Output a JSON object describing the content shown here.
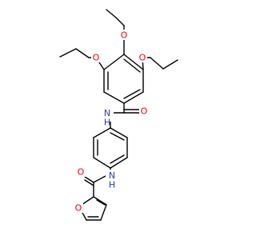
{
  "molecule": {
    "atoms": {
      "o_ethoxy_top": "O",
      "o_ethoxy_left": "O",
      "o_ethoxy_right": "O",
      "o_amide_top": "O",
      "nh_top": "N\nH",
      "nh_bottom": "N\nH",
      "o_amide_bottom": "O",
      "o_furan": "O"
    },
    "colors": {
      "bond": "#000000",
      "oxygen": "#e8000b",
      "nitrogen": "#1f3fbf"
    }
  }
}
